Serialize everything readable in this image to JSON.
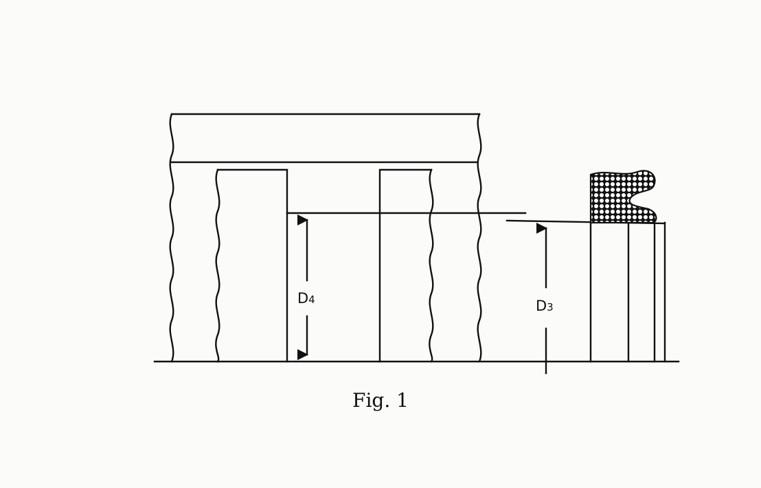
{
  "figure": {
    "caption": "Fig. 1",
    "labels": {
      "d4": {
        "base": "D",
        "subscript": "4"
      },
      "d3": {
        "base": "D",
        "subscript": "3"
      }
    },
    "colors": {
      "line": "#111111",
      "background": "#fbfbfa",
      "hatch_fill": "#111111"
    }
  }
}
